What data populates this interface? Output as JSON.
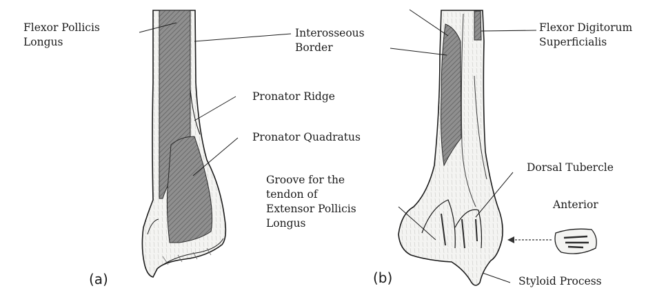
{
  "panels": [
    {
      "marker": "(a)",
      "labels": {
        "flexor_pollicis_longus": [
          "Flexor Pollicis",
          "Longus"
        ],
        "interosseous_border": [
          "Interosseous",
          "Border"
        ],
        "pronator_ridge": "Pronator Ridge",
        "pronator_quadratus": "Pronator Quadratus",
        "groove_extensor": [
          "Groove for the",
          "tendon of",
          "Extensor Pollicis",
          "Longus"
        ]
      }
    },
    {
      "marker": "(b)",
      "labels": {
        "flexor_digitorum_superficialis": [
          "Flexor Digitorum",
          "Superficialis"
        ],
        "dorsal_tubercle": "Dorsal Tubercle",
        "anterior": "Anterior",
        "styloid_process": "Styloid Process"
      }
    }
  ],
  "colors": {
    "ink": "#1a1a1a",
    "muscle_fill": "#8a8a8a",
    "bone_fill": "#f3f3f1"
  }
}
